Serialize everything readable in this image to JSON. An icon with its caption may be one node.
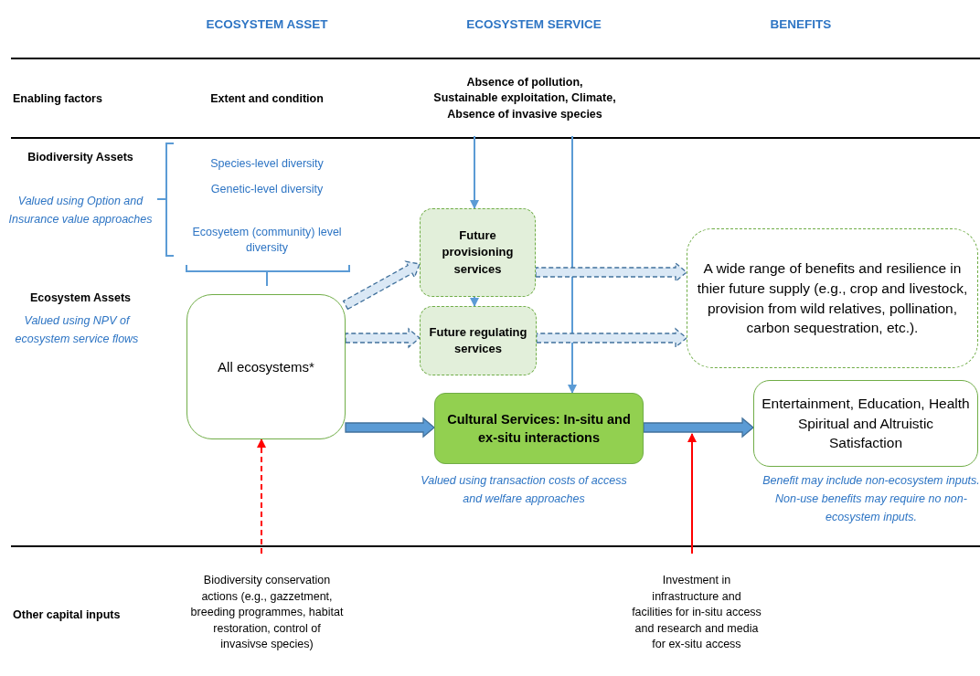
{
  "diagram": {
    "nodes": [
      {
        "text": [
          "Absence of pollution, Sustainable exploitation, Climate, Absence of invasive species"
        ]
      },
      {
        "text": [
          "Future provisioning services"
        ]
      },
      {
        "text": [
          "Future regulating services"
        ]
      },
      {
        "text": [
          "All ecosystems*"
        ]
      },
      {
        "text": [
          "A wide range of benefits and resilience in thier future supply (e.g., crop and livestock, provision from wild relatives, pollination, carbon sequestration, etc.)."
        ]
      },
      {
        "text": [
          "Cultural Services: In-situ and ex-situ interactions"
        ],
        "beside": [
          "Valued using transaction costs of access and welfare approaches"
        ]
      },
      {
        "text": [
          "Entertainment, Education, Health Spiritual and Altruistic Satisfaction"
        ],
        "beside": [
          "Benefit may include non-ecosystem inputs.  Non-use benefits may require no non-ecosystem inputs."
        ]
      },
      {
        "text": [
          "Biodiversity conservation actions (e.g., gazzetment, breeding programmes, habitat restoration, control of invasivse species)"
        ]
      },
      {
        "text": [
          "Investment in infrastructure and facilities for  in-situ access and research and media for ex-situ access"
        ]
      }
    ],
    "edges": [
      {
        "from": 0,
        "to": 1,
        "arrow": "to"
      },
      {
        "from": 0,
        "to": 5,
        "arrow": "to"
      },
      {
        "from": 3,
        "to": 1,
        "arrow": "to",
        "style": "dashed"
      },
      {
        "from": 3,
        "to": 2,
        "arrow": "to",
        "style": "dashed"
      },
      {
        "from": 1,
        "to": 2,
        "arrow": "to"
      },
      {
        "from": 1,
        "to": 4,
        "arrow": "to",
        "style": "dashed"
      },
      {
        "from": 2,
        "to": 4,
        "arrow": "to",
        "style": "dashed"
      },
      {
        "from": 3,
        "to": 5,
        "arrow": "to",
        "style": "thick"
      },
      {
        "from": 5,
        "to": 6,
        "arrow": "to",
        "style": "thick"
      },
      {
        "from": 7,
        "to": 3,
        "arrow": "to",
        "style": "dashed",
        "color": "#ff0000"
      },
      {
        "from": 8,
        "to": null,
        "arrow": "to",
        "color": "#ff0000"
      }
    ],
    "labels": [
      "ECOSYSTEM ASSET",
      "ECOSYSTEM SERVICE",
      "BENEFITS",
      "Enabling factors",
      "Extent and condition",
      "Biodiversity Assets",
      "Species-level diversity",
      "Genetic-level diversity",
      "Valued using Option and Insurance value approaches",
      "Ecosyetem (community) level diversity",
      "Ecosystem Assets",
      "Valued using NPV of ecosystem service flows",
      "Other capital inputs"
    ]
  }
}
